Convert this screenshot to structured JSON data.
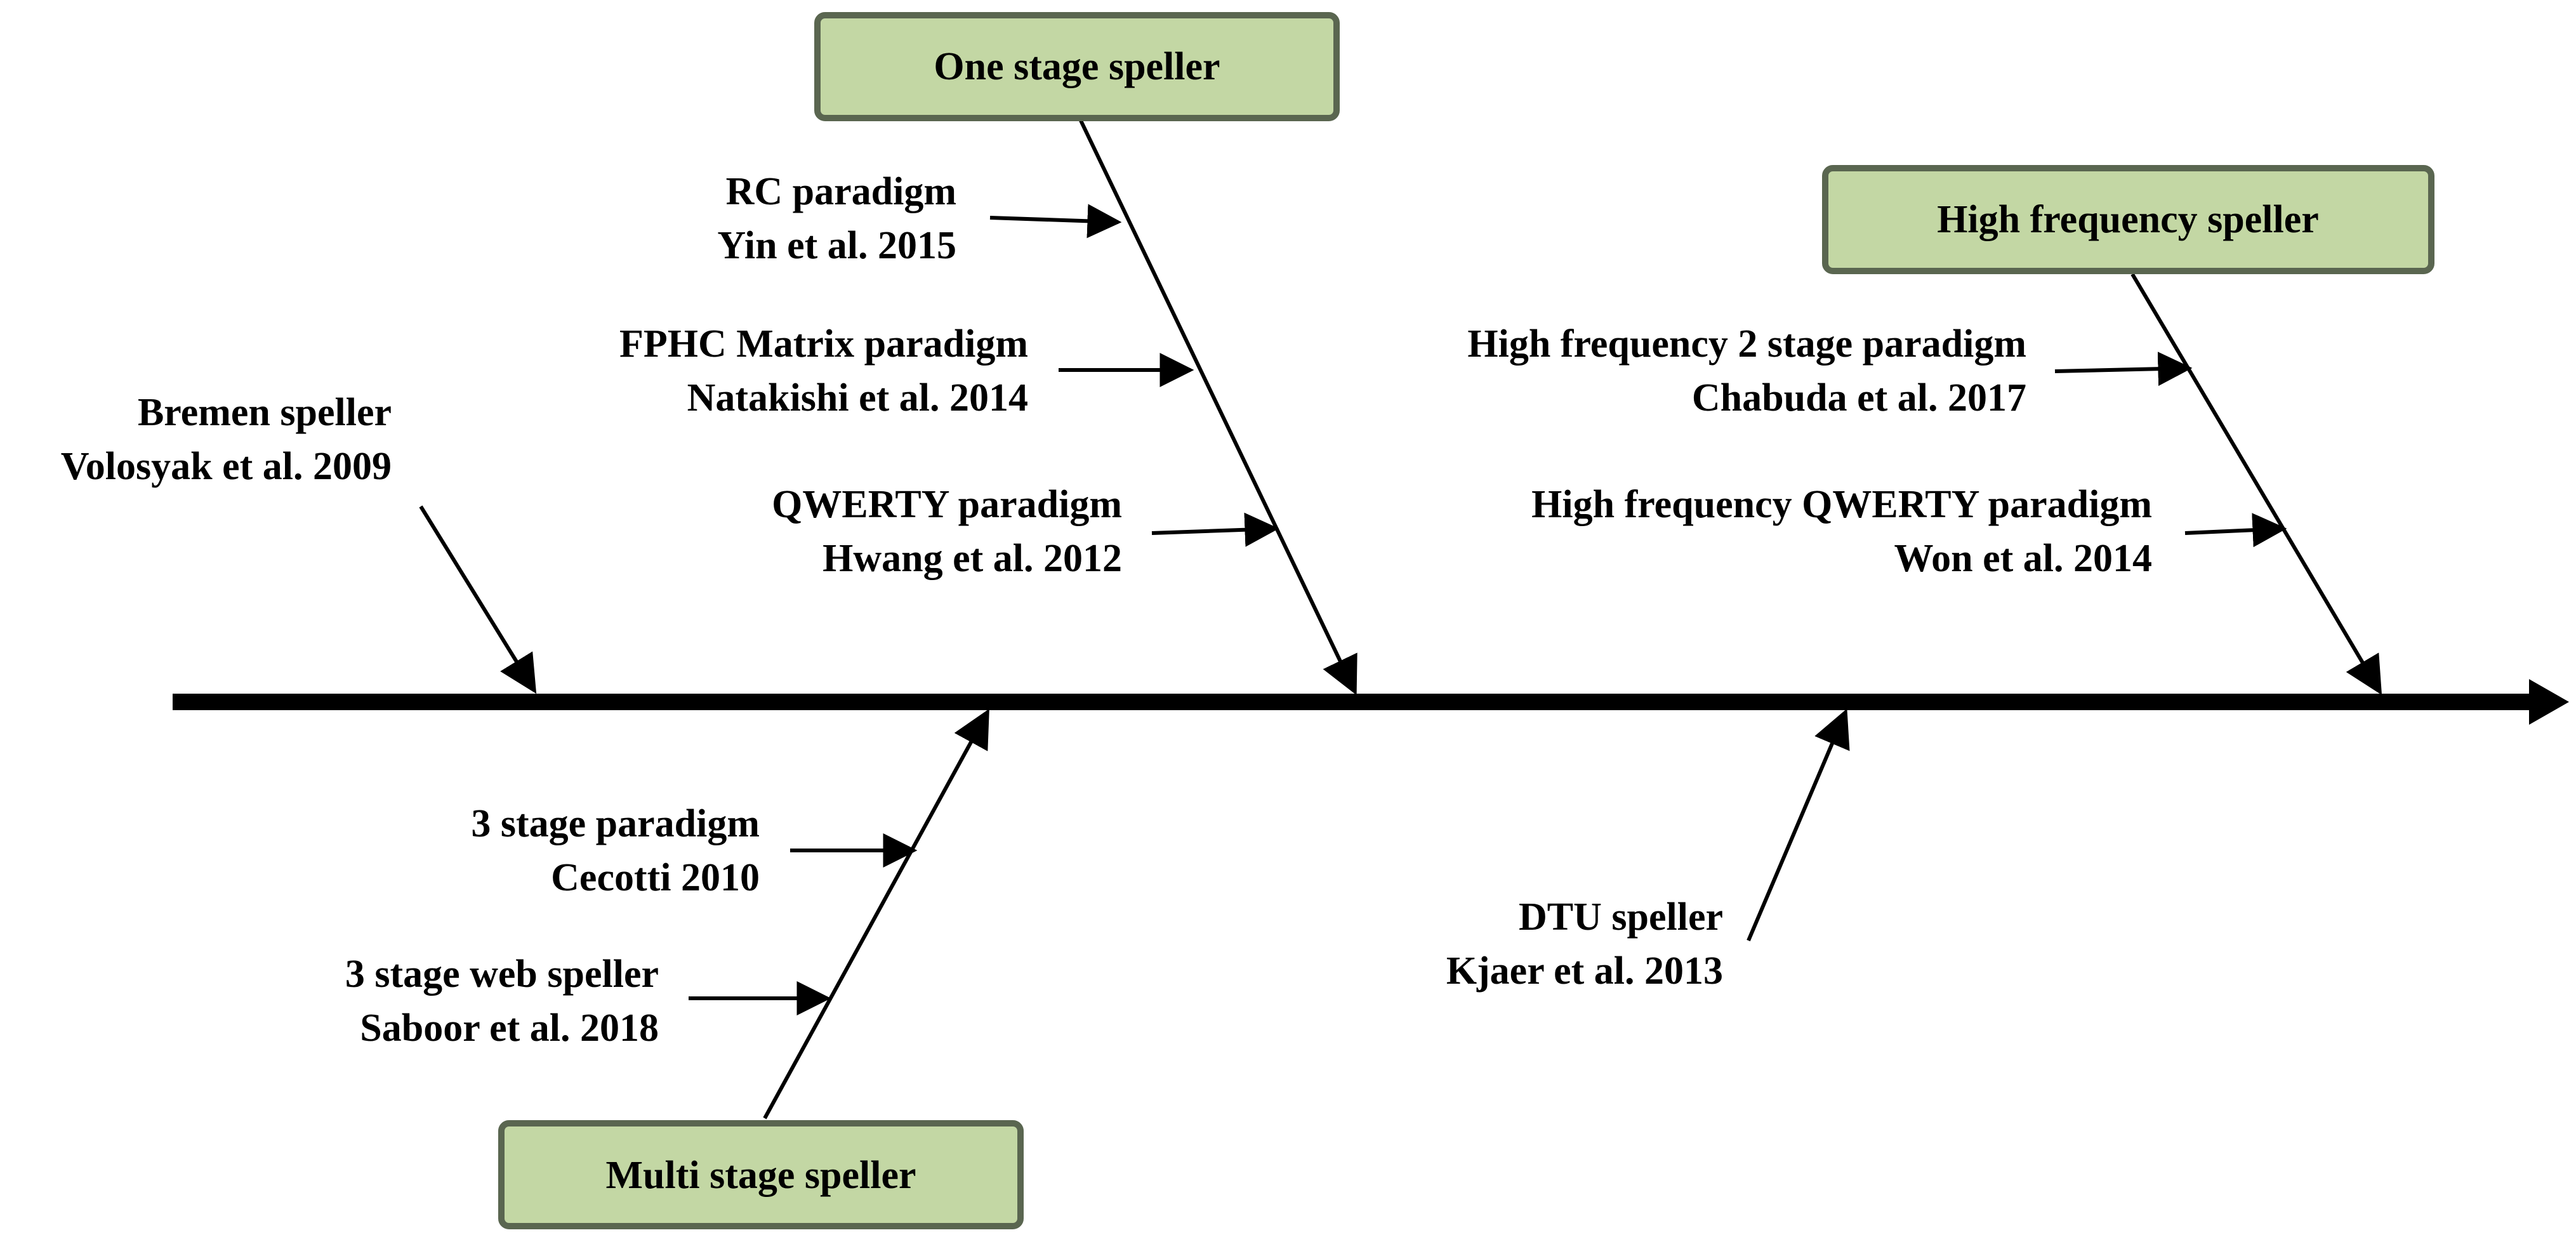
{
  "categories": {
    "one_stage": "One stage  speller",
    "high_frequency": "High frequency  speller",
    "multi_stage": "Multi stage  speller"
  },
  "entries": {
    "rc": {
      "line1": "RC paradigm",
      "line2": "Yin et al. 2015"
    },
    "fphc": {
      "line1": "FPHC Matrix paradigm",
      "line2": "Natakishi et al. 2014"
    },
    "qwerty": {
      "line1": "QWERTY paradigm",
      "line2": "Hwang et al. 2012"
    },
    "bremen": {
      "line1": "Bremen speller",
      "line2": "Volosyak et al. 2009"
    },
    "hf2stage": {
      "line1": "High frequency 2 stage paradigm",
      "line2": "Chabuda et al. 2017"
    },
    "hfqwerty": {
      "line1": "High frequency QWERTY paradigm",
      "line2": "Won et al. 2014"
    },
    "stage3": {
      "line1": "3 stage paradigm",
      "line2": "Cecotti 2010"
    },
    "stage3web": {
      "line1": "3 stage web speller",
      "line2": "Saboor et al. 2018"
    },
    "dtu": {
      "line1": "DTU speller",
      "line2": "Kjaer et al. 2013"
    }
  }
}
